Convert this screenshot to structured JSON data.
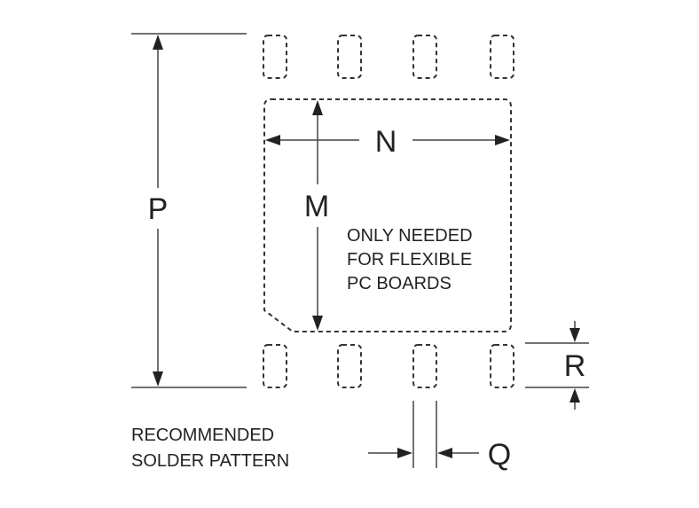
{
  "labels": {
    "P": "P",
    "N": "N",
    "M": "M",
    "R": "R",
    "Q": "Q"
  },
  "note": {
    "line1": "ONLY NEEDED",
    "line2": "FOR FLEXIBLE",
    "line3": "PC BOARDS"
  },
  "caption": {
    "line1": "RECOMMENDED",
    "line2": "SOLDER PATTERN"
  }
}
